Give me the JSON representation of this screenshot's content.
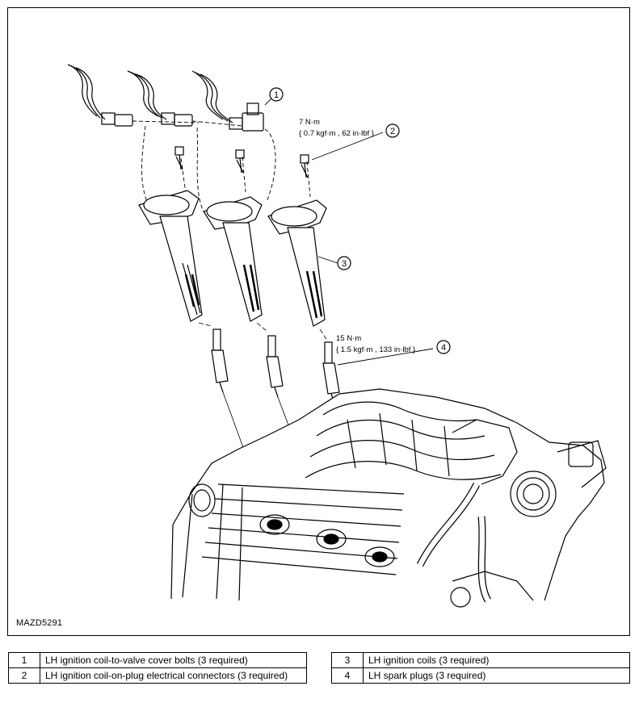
{
  "figure": {
    "id_label": "MAZD5291",
    "callouts": [
      {
        "number": "1"
      },
      {
        "number": "2",
        "spec_line1": "7 N·m",
        "spec_line2": "{ 0.7 kgf·m , 62 in·lbf }"
      },
      {
        "number": "3"
      },
      {
        "number": "4",
        "spec_line1": "15 N·m",
        "spec_line2": "{ 1.5 kgf·m , 133 in·lbf }"
      }
    ]
  },
  "legend": {
    "left": [
      {
        "number": "1",
        "description": "LH ignition coil-to-valve cover bolts (3 required)"
      },
      {
        "number": "2",
        "description": "LH ignition coil-on-plug electrical connectors (3 required)"
      }
    ],
    "right": [
      {
        "number": "3",
        "description": "LH ignition coils (3 required)"
      },
      {
        "number": "4",
        "description": "LH spark plugs (3 required)"
      }
    ]
  }
}
